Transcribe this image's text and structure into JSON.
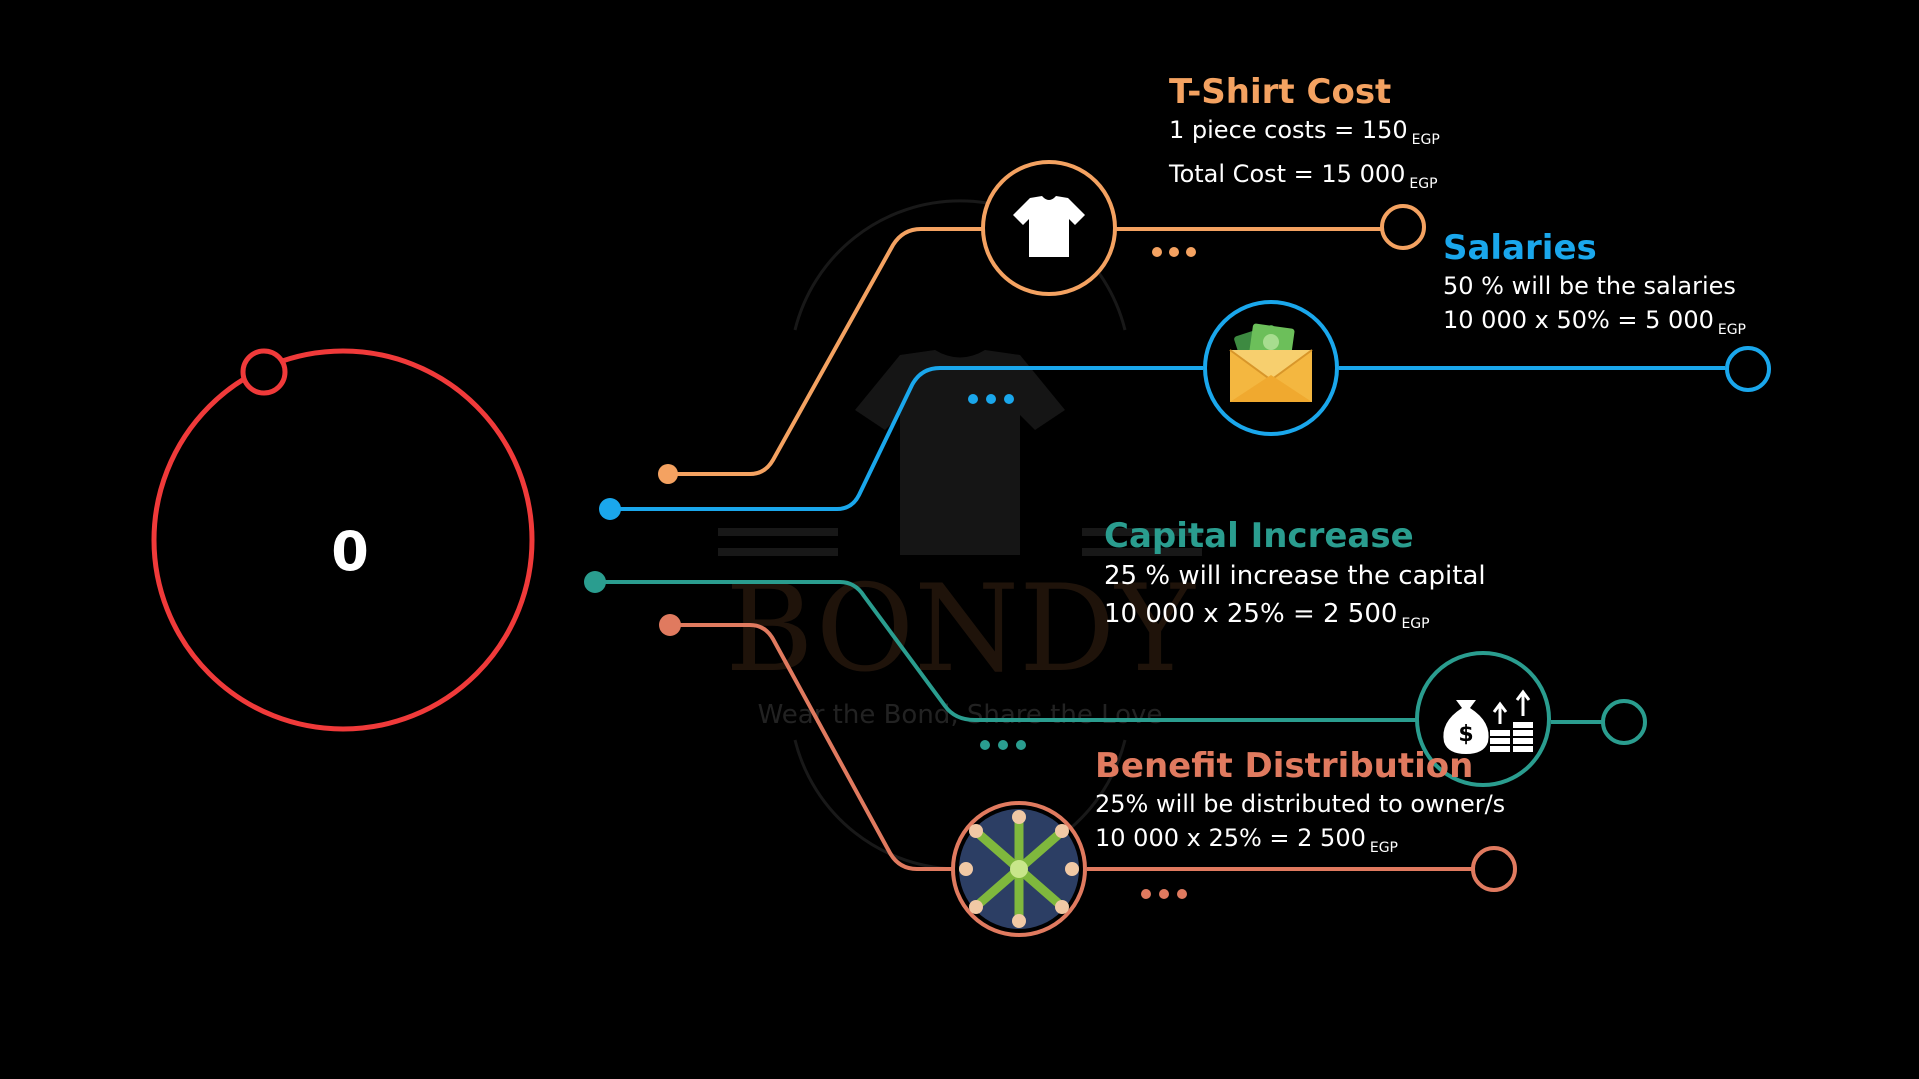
{
  "colors": {
    "background": "#000000",
    "tshirt": "#F4A261",
    "salaries": "#1AA7EC",
    "capital": "#2A9D8F",
    "benefit": "#E07A5F",
    "counter_ring": "#F03A3A"
  },
  "counter": {
    "value": "0"
  },
  "watermark": {
    "brand": "BONDY",
    "tagline": "Wear the Bond, Share the Love"
  },
  "branches": {
    "tshirt": {
      "title": "T-Shirt Cost",
      "icon": "tshirt-icon",
      "line1": "1 piece costs = 150",
      "line1_unit": "EGP",
      "line2": "Total Cost = 15 000",
      "line2_unit": "EGP"
    },
    "salaries": {
      "title": "Salaries",
      "icon": "money-envelope-icon",
      "line1": "50 % will be the salaries",
      "line2": "10 000 x 50% = 5 000",
      "line2_unit": "EGP"
    },
    "capital": {
      "title": "Capital Increase",
      "icon": "money-bag-growth-icon",
      "line1": "25 % will increase the capital",
      "line2": "10 000 x 25% = 2 500",
      "line2_unit": "EGP"
    },
    "benefit": {
      "title": "Benefit Distribution",
      "icon": "hands-sharing-money-icon",
      "line1": "25% will be distributed to owner/s",
      "line2": "10 000 x 25% = 2 500",
      "line2_unit": "EGP"
    }
  }
}
